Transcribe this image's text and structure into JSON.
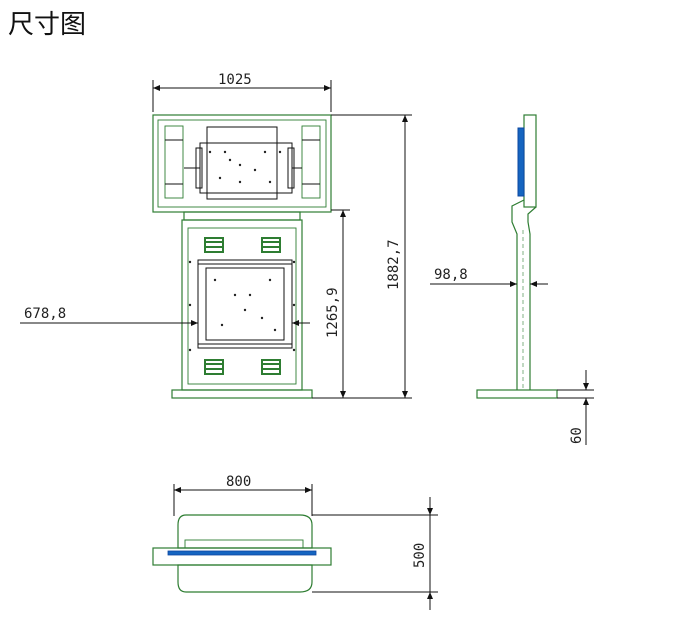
{
  "title": "尺寸图",
  "dimensions": {
    "top_width": "1025",
    "total_height": "1882,7",
    "lower_height": "1265,9",
    "inner_width": "678,8",
    "pole_width": "98,8",
    "base_height": "60",
    "base_width": "800",
    "base_depth": "500"
  },
  "colors": {
    "outline": "#2e7d32",
    "screen": "#1565c0",
    "dimension": "#111111"
  }
}
